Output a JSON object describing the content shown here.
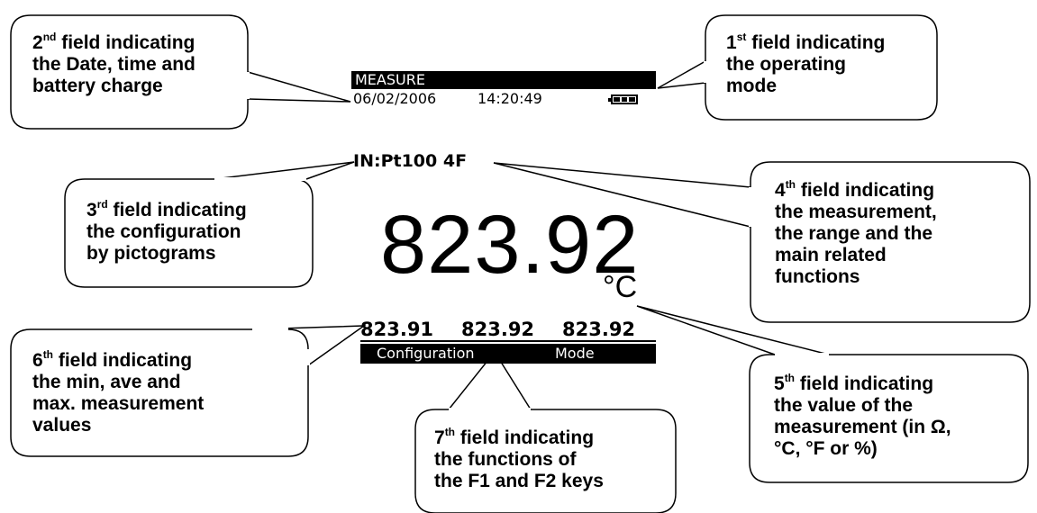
{
  "display": {
    "mode": "MEASURE",
    "date": "06/02/2006",
    "time": "14:20:49",
    "battery_icon": "battery-icon",
    "config": "IN:Pt100 4F",
    "value": "823.92",
    "unit": "°C",
    "min": "823.91",
    "ave": "823.92",
    "max": "823.92",
    "f1_label": "Configuration",
    "f2_label": "Mode"
  },
  "callouts": {
    "field1": {
      "num": "1",
      "suffix": "st",
      "line1": "field indicating",
      "line2": "the operating",
      "line3": "mode"
    },
    "field2": {
      "num": "2",
      "suffix": "nd",
      "line1": "field indicating",
      "line2": "the Date, time and",
      "line3": "battery charge"
    },
    "field3": {
      "num": "3",
      "suffix": "rd",
      "line1": "field indicating",
      "line2": "the configuration",
      "line3": "by pictograms"
    },
    "field4": {
      "num": "4",
      "suffix": "th",
      "line1": "field indicating",
      "line2": "the measurement,",
      "line3": "the range and the",
      "line4": "main related",
      "line5": "functions"
    },
    "field5": {
      "num": "5",
      "suffix": "th",
      "line1": "field indicating",
      "line2": "the value of the",
      "line3": "measurement (in Ω,",
      "line4": "°C, °F or %)"
    },
    "field6": {
      "num": "6",
      "suffix": "th",
      "line1": "field indicating",
      "line2": "the min, ave and",
      "line3": "max. measurement",
      "line4": "values"
    },
    "field7": {
      "num": "7",
      "suffix": "th",
      "line1": "field indicating",
      "line2": "the functions of",
      "line3": "the F1 and F2 keys"
    }
  }
}
